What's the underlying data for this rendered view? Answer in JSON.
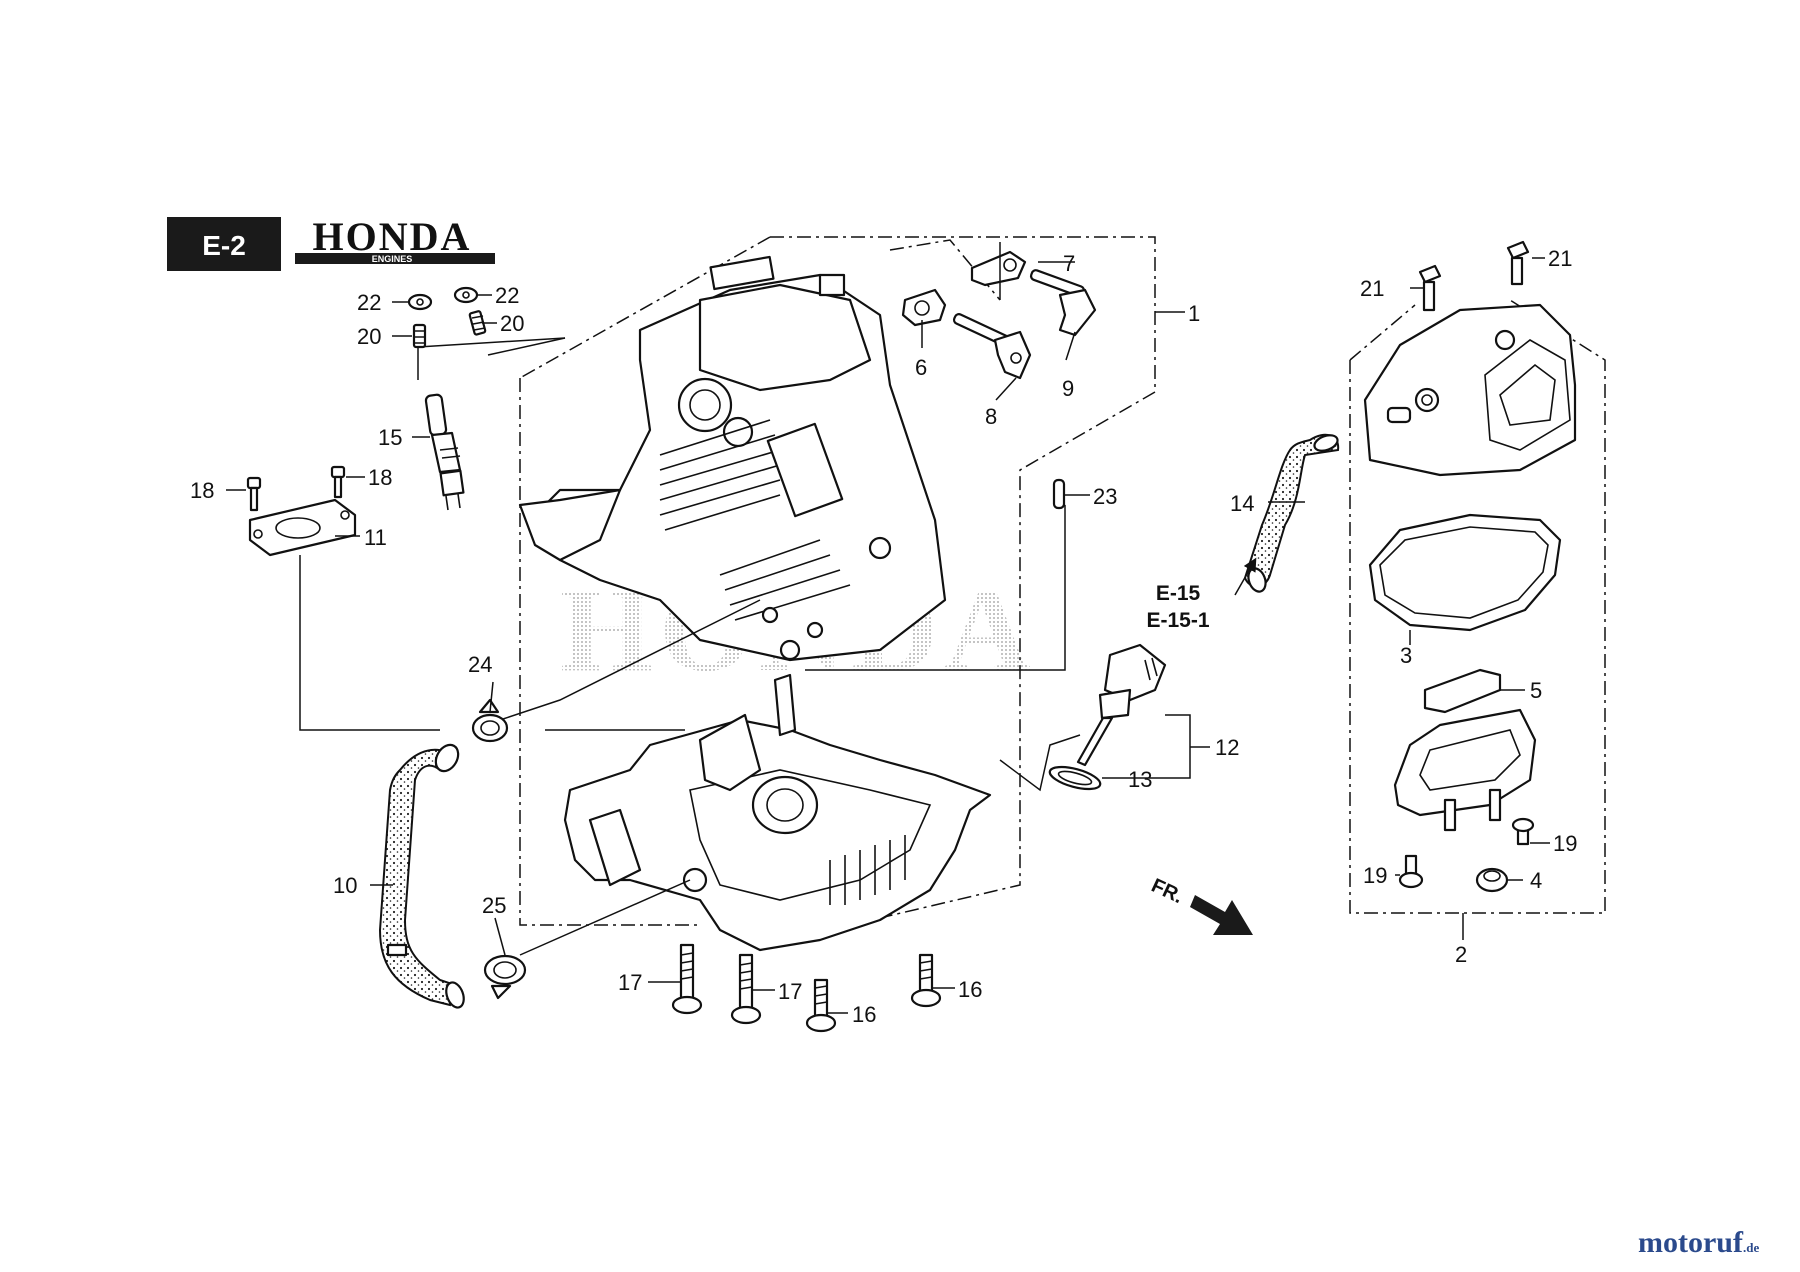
{
  "header": {
    "section_code": "E-2",
    "brand": "HONDA",
    "brand_sub": "ENGINES"
  },
  "watermark": "HONDA",
  "references": [
    "E-15",
    "E-15-1"
  ],
  "direction_label": "FR.",
  "site_logo": {
    "main": "motoruf",
    "suffix": ".de"
  },
  "callouts": {
    "p1": "1",
    "p2": "2",
    "p3": "3",
    "p4": "4",
    "p5": "5",
    "p6": "6",
    "p7": "7",
    "p8": "8",
    "p9": "9",
    "p10": "10",
    "p11": "11",
    "p12": "12",
    "p13": "13",
    "p14": "14",
    "p15": "15",
    "p16a": "16",
    "p16b": "16",
    "p17a": "17",
    "p17b": "17",
    "p18a": "18",
    "p18b": "18",
    "p19a": "19",
    "p19b": "19",
    "p20a": "20",
    "p20b": "20",
    "p21a": "21",
    "p21b": "21",
    "p22a": "22",
    "p22b": "22",
    "p23": "23",
    "p24": "24",
    "p25": "25"
  }
}
